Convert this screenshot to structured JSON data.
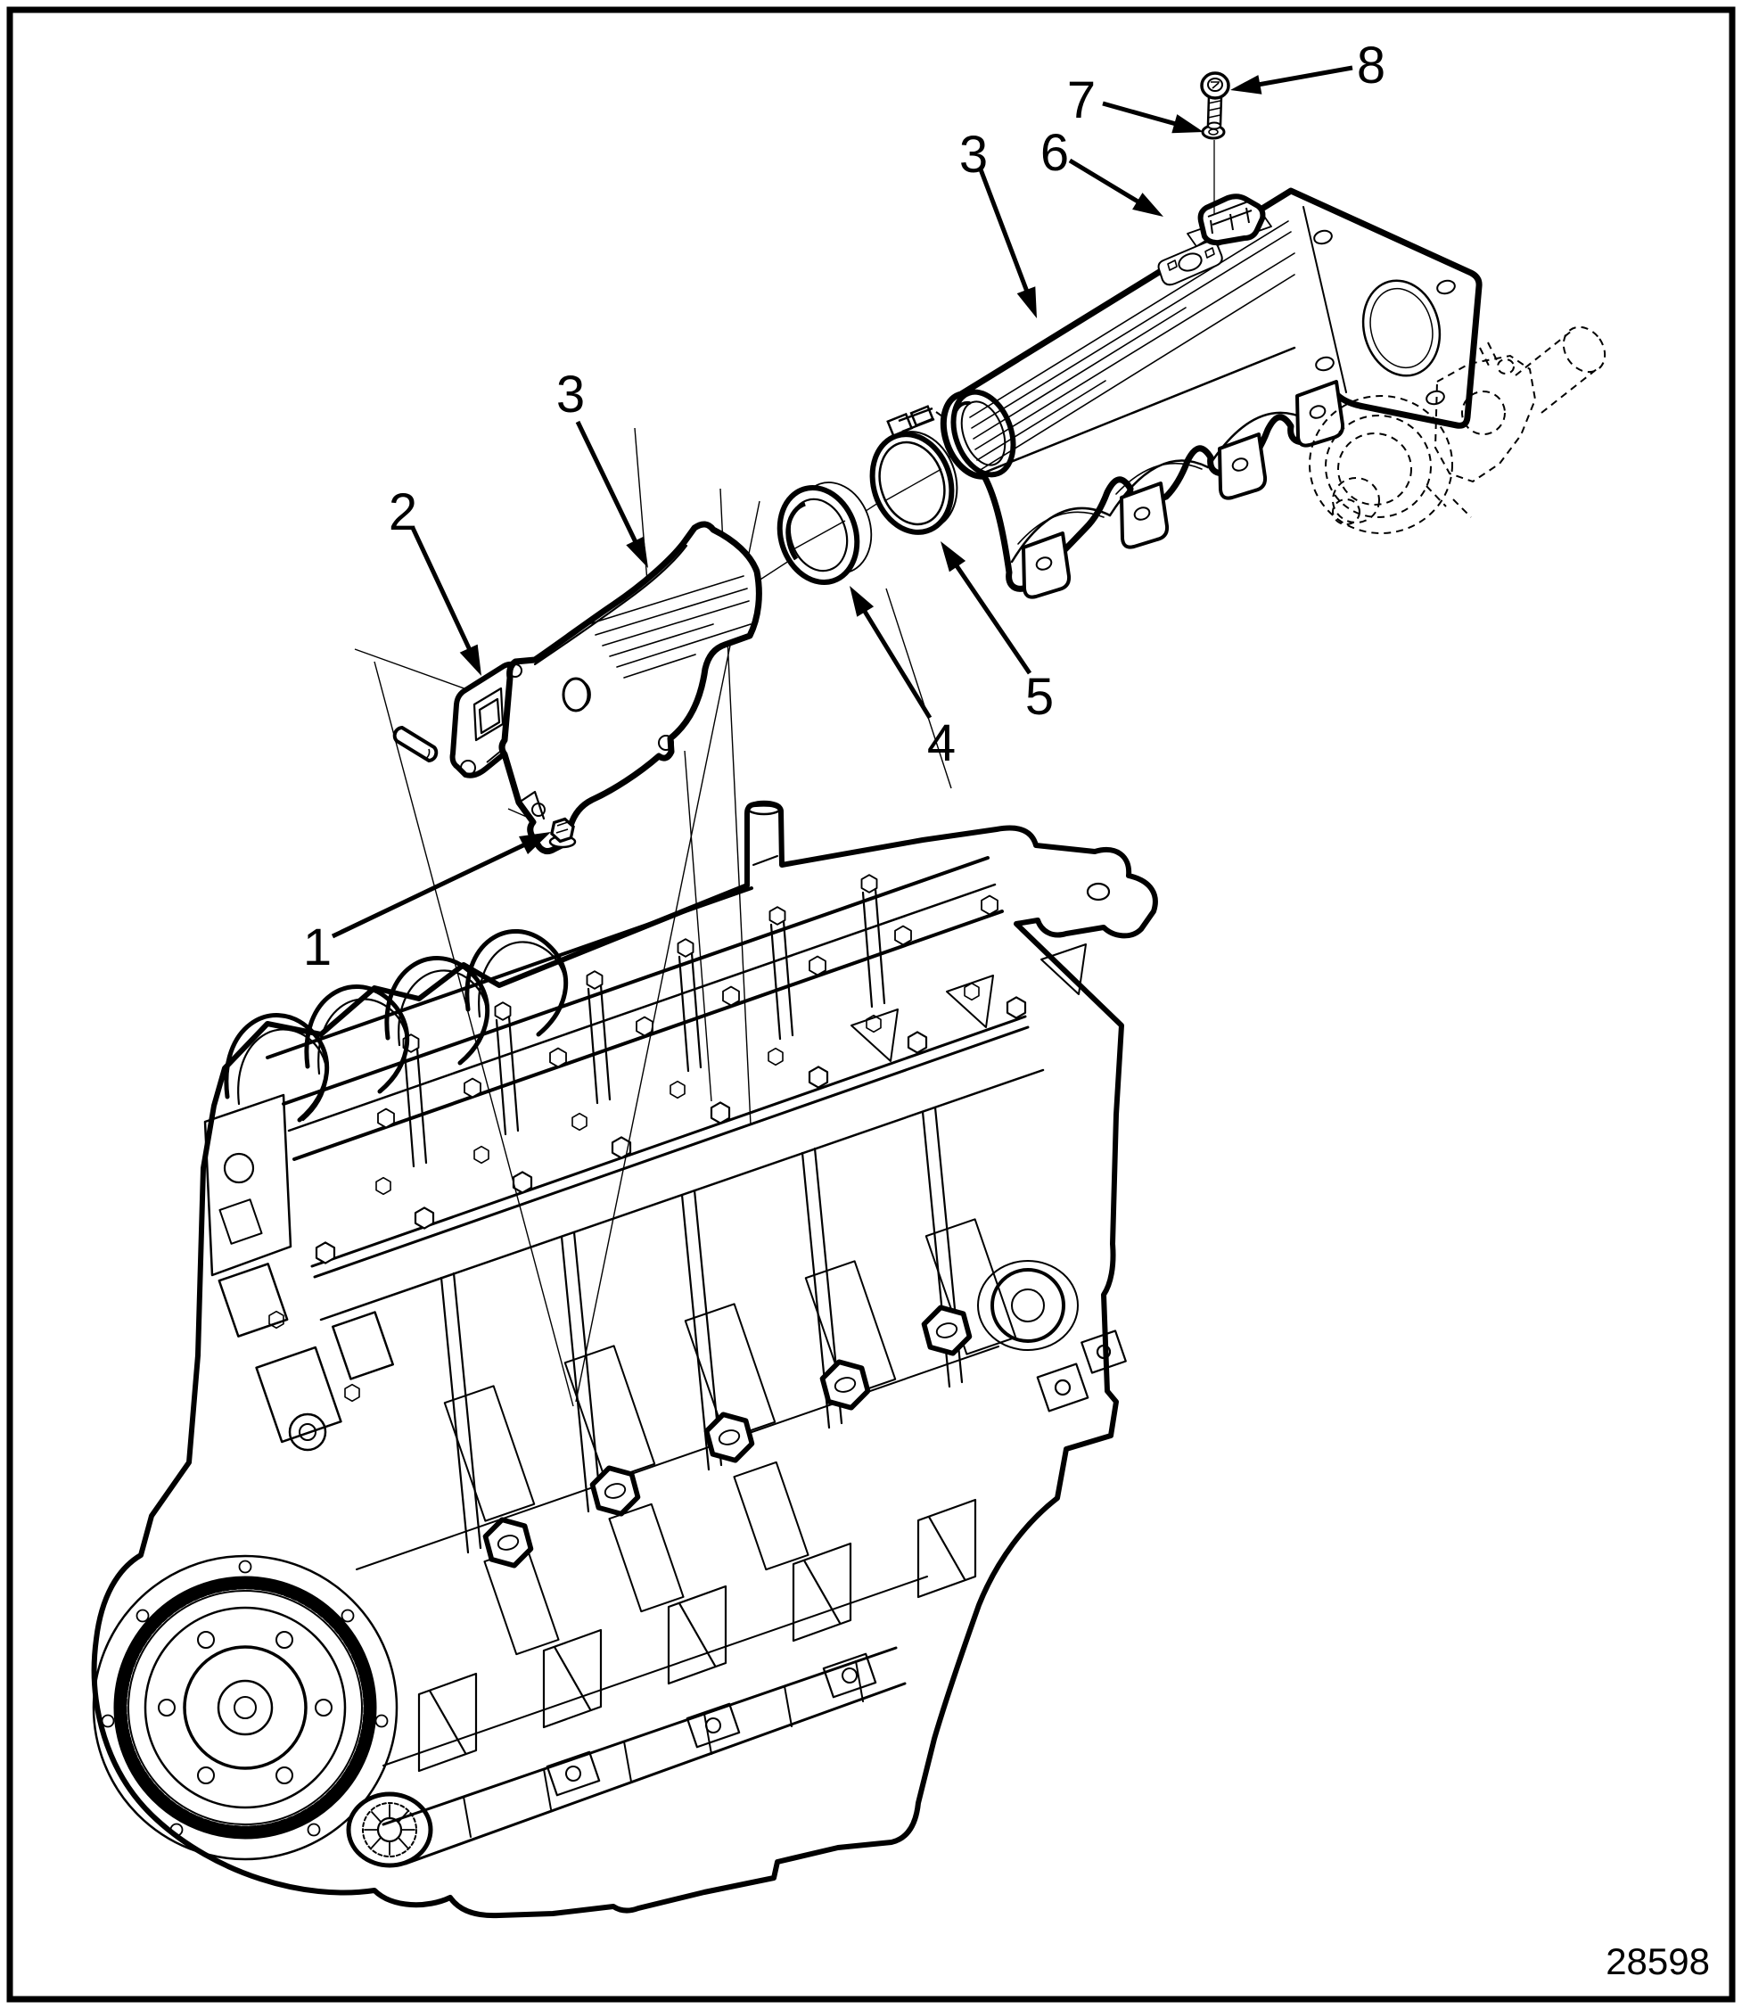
{
  "diagram": {
    "figure_number": "28598",
    "callouts": {
      "n1": "1",
      "n2": "2",
      "n3_elbow": "3",
      "n3_manifold": "3",
      "n4": "4",
      "n5": "5",
      "n6": "6",
      "n7": "7",
      "n8": "8"
    },
    "colors": {
      "line": "#000000",
      "background": "#ffffff"
    }
  }
}
